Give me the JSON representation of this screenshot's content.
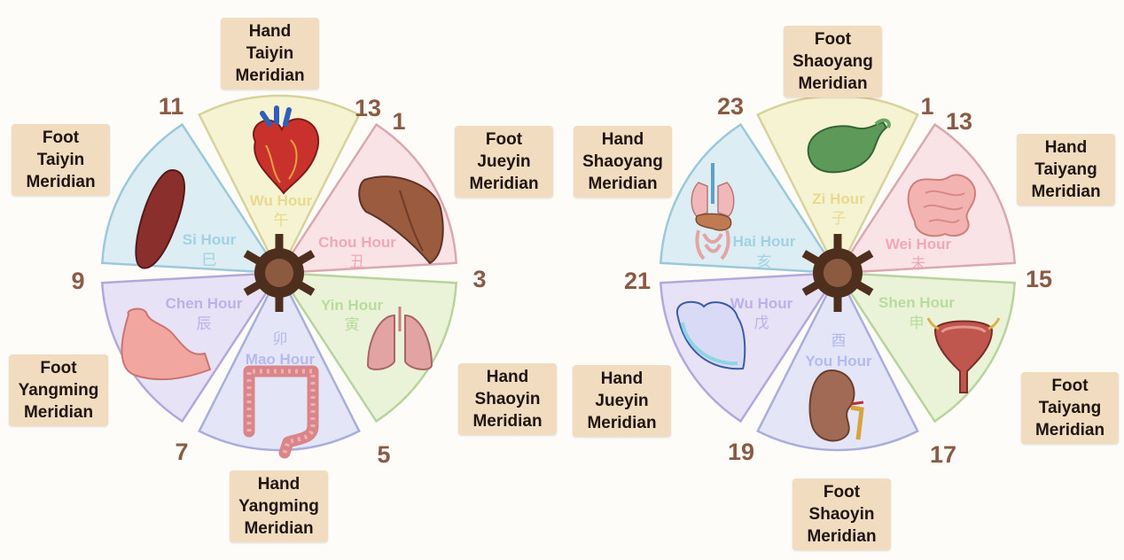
{
  "colors": {
    "label_bg": "#f1dcc0",
    "hour_number": "#8a5a44",
    "hub": "#4e2f1d",
    "hub_inner": "#8c5a3e"
  },
  "wheels": [
    {
      "id": "left",
      "segments": [
        {
          "name": "Wu Hour",
          "cn": "午",
          "organ": "heart-icon",
          "fill": "#f6f3d3",
          "stroke": "#d8d29c",
          "text": "#e8d98e"
        },
        {
          "name": "Chou Hour",
          "cn": "丑",
          "organ": "liver-icon",
          "fill": "#f9e3e6",
          "stroke": "#d9a8b1",
          "text": "#efa9b6"
        },
        {
          "name": "Yin Hour",
          "cn": "寅",
          "organ": "lungs-icon",
          "fill": "#eaf3d8",
          "stroke": "#b9d39c",
          "text": "#b7dc9e"
        },
        {
          "name": "Mao Hour",
          "cn": "卯",
          "organ": "large-intestine-icon",
          "fill": "#e4e6f8",
          "stroke": "#a9aedd",
          "text": "#b4b9ef"
        },
        {
          "name": "Chen Hour",
          "cn": "辰",
          "organ": "stomach-icon",
          "fill": "#e7e2f6",
          "stroke": "#b3a8dc",
          "text": "#bcb2ea"
        },
        {
          "name": "Si Hour",
          "cn": "巳",
          "organ": "spleen-icon",
          "fill": "#dcedf3",
          "stroke": "#9cc9d9",
          "text": "#9fd3e3"
        }
      ],
      "hours": [
        "11",
        "13",
        "1",
        "3",
        "5",
        "7",
        "9"
      ],
      "meridians": [
        {
          "lines": [
            "Hand",
            "Taiyin",
            "Meridian"
          ]
        },
        {
          "lines": [
            "Foot",
            "Jueyin",
            "Meridian"
          ]
        },
        {
          "lines": [
            "Hand",
            "Shaoyin",
            "Meridian"
          ]
        },
        {
          "lines": [
            "Hand",
            "Yangming",
            "Meridian"
          ]
        },
        {
          "lines": [
            "Foot",
            "Yangming",
            "Meridian"
          ]
        },
        {
          "lines": [
            "Foot",
            "Taiyin",
            "Meridian"
          ]
        }
      ]
    },
    {
      "id": "right",
      "segments": [
        {
          "name": "Zi Hour",
          "cn": "子",
          "organ": "gallbladder-icon",
          "fill": "#f6f3d3",
          "stroke": "#d8d29c",
          "text": "#e8d98e"
        },
        {
          "name": "Wei Hour",
          "cn": "未",
          "organ": "small-intestine-icon",
          "fill": "#f9e3e6",
          "stroke": "#d9a8b1",
          "text": "#efa9b6"
        },
        {
          "name": "Shen Hour",
          "cn": "申",
          "organ": "bladder-icon",
          "fill": "#eaf3d8",
          "stroke": "#b9d39c",
          "text": "#b7dc9e"
        },
        {
          "name": "You Hour",
          "cn": "酉",
          "organ": "kidney-icon",
          "fill": "#e4e6f8",
          "stroke": "#a9aedd",
          "text": "#b4b9ef"
        },
        {
          "name": "Wu Hour",
          "cn": "戊",
          "organ": "pericardium-icon",
          "fill": "#e7e2f6",
          "stroke": "#b3a8dc",
          "text": "#bcb2ea"
        },
        {
          "name": "Hai Hour",
          "cn": "亥",
          "organ": "triple-burner-icon",
          "fill": "#dcedf3",
          "stroke": "#9cc9d9",
          "text": "#9fd3e3"
        }
      ],
      "hours": [
        "23",
        "1",
        "13",
        "15",
        "17",
        "19",
        "21"
      ],
      "meridians": [
        {
          "lines": [
            "Foot",
            "Shaoyang",
            "Meridian"
          ]
        },
        {
          "lines": [
            "Hand",
            "Taiyang",
            "Meridian"
          ]
        },
        {
          "lines": [
            "Foot",
            "Taiyang",
            "Meridian"
          ]
        },
        {
          "lines": [
            "Foot",
            "Shaoyin",
            "Meridian"
          ]
        },
        {
          "lines": [
            "Hand",
            "Jueyin",
            "Meridian"
          ]
        },
        {
          "lines": [
            "Hand",
            "Shaoyang",
            "Meridian"
          ]
        }
      ]
    }
  ]
}
